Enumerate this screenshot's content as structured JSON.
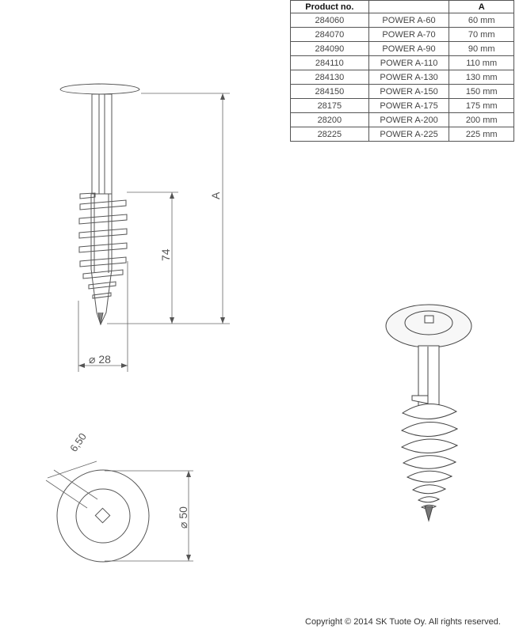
{
  "table": {
    "headers": [
      "Product no.",
      "",
      "A"
    ],
    "rows": [
      [
        "284060",
        "POWER A-60",
        "60 mm"
      ],
      [
        "284070",
        "POWER A-70",
        "70 mm"
      ],
      [
        "284090",
        "POWER A-90",
        "90 mm"
      ],
      [
        "284110",
        "POWER A-110",
        "110 mm"
      ],
      [
        "284130",
        "POWER A-130",
        "130 mm"
      ],
      [
        "284150",
        "POWER A-150",
        "150 mm"
      ],
      [
        "28175",
        "POWER A-175",
        "175 mm"
      ],
      [
        "28200",
        "POWER A-200",
        "200 mm"
      ],
      [
        "28225",
        "POWER A-225",
        "225 mm"
      ]
    ]
  },
  "dimensions": {
    "length_a": "A",
    "thread_length": "74",
    "thread_diameter": "⌀ 28",
    "head_diameter": "⌀ 50",
    "socket_size": "6,50"
  },
  "footer": {
    "copyright": "Copyright © 2014 SK Tuote Oy. All rights reserved."
  }
}
